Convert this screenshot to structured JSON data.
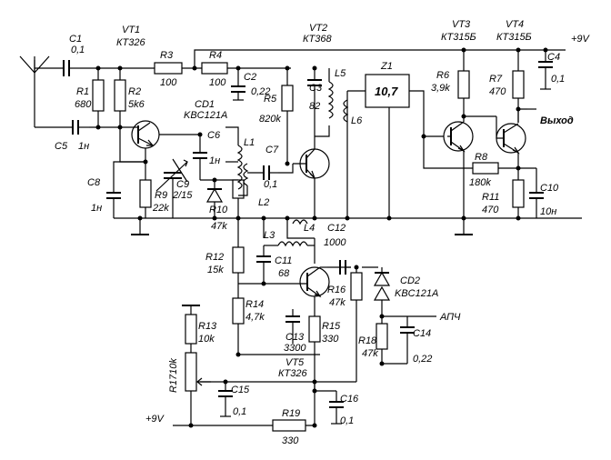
{
  "labels": {
    "c1": "C1",
    "c1_val": "0,1",
    "vt1": "VT1",
    "vt1_type": "КТ326",
    "vt2": "VT2",
    "vt2_type": "КТ368",
    "vt3": "VT3",
    "vt3_type": "КТ315Б",
    "vt4": "VT4",
    "vt4_type": "КТ315Б",
    "supply_top": "+9V",
    "r3": "R3",
    "r3_val": "100",
    "r4": "R4",
    "r4_val": "100",
    "c2": "C2",
    "c2_val": "0,22",
    "r5": "R5",
    "r5_val": "820k",
    "c3": "C3",
    "c3_val": "82",
    "l5": "L5",
    "l6": "L6",
    "z1": "Z1",
    "z1_val": "10,7",
    "r6": "R6",
    "r6_val": "3,9k",
    "r7": "R7",
    "r7_val": "470",
    "c4": "C4",
    "c4_val": "0,1",
    "r1": "R1",
    "r1_val": "680",
    "r2": "R2",
    "r2_val": "5k6",
    "cd1": "CD1",
    "cd1_type": "KBC121A",
    "c5": "C5",
    "c5_val": "1н",
    "c6": "C6",
    "c6_val": "1н",
    "l1": "L1",
    "l2": "L2",
    "c7": "C7",
    "c7_val": "0,1",
    "output": "Выход",
    "c8": "C8",
    "c8_val": "1н",
    "c9": "C9",
    "c9_val": "2/15",
    "r9": "R9",
    "r9_val": "22k",
    "r10": "R10",
    "r10_val": "47k",
    "r8": "R8",
    "r8_val": "180k",
    "r11": "R11",
    "r11_val": "470",
    "c10": "C10",
    "c10_val": "10н",
    "l3": "L3",
    "l4": "L4",
    "c12": "C12",
    "c12_val": "1000",
    "r12": "R12",
    "r12_val": "15k",
    "c11": "C11",
    "c11_val": "68",
    "cd2": "CD2",
    "cd2_type": "KBC121A",
    "r16": "R16",
    "r16_val": "47k",
    "r14": "R14",
    "r14_val": "4,7k",
    "r13": "R13",
    "r13_val": "10k",
    "r15": "R15",
    "r15_val": "330",
    "c13": "C13",
    "c13_val": "3300",
    "apch": "АПЧ",
    "r18": "R18",
    "r18_val": "47k",
    "c14": "C14",
    "c14_val": "0,22",
    "r17": "R17",
    "r17_val": "10k",
    "vt5": "VT5",
    "vt5_type": "КТ326",
    "c15": "C15",
    "c15_val": "0,1",
    "c16": "C16",
    "c16_val": "0,1",
    "supply_bottom": "+9V",
    "r19": "R19",
    "r19_val": "330"
  }
}
